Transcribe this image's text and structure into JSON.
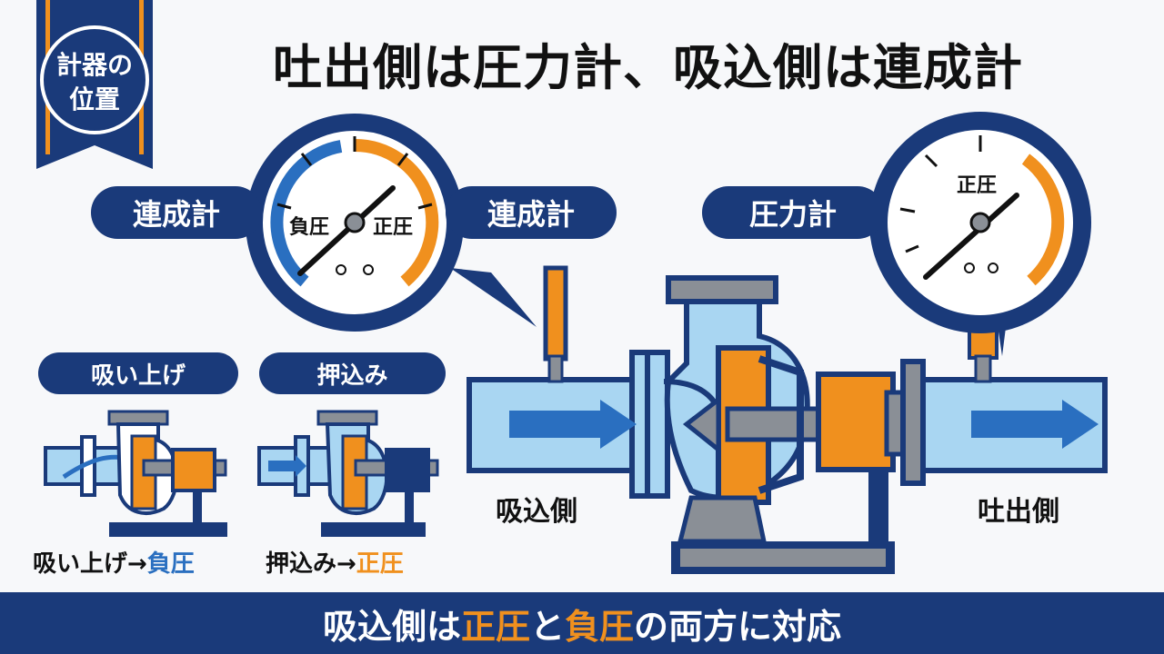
{
  "badge": {
    "line1": "計器の",
    "line2": "位置"
  },
  "title": "吐出側は圧力計、吸込側は連成計",
  "labels": {
    "compound_left": "連成計",
    "compound_right": "連成計",
    "pressure": "圧力計",
    "suction_side": "吸込側",
    "discharge_side": "吐出側"
  },
  "gauge_compound": {
    "negative": "負圧",
    "positive": "正圧"
  },
  "gauge_pressure": {
    "positive": "正圧"
  },
  "small_diagrams": {
    "suction_lift": {
      "pill": "吸い上げ",
      "caption_prefix": "吸い上げ→",
      "caption_value": "負圧"
    },
    "push_in": {
      "pill": "押込み",
      "caption_prefix": "押込み→",
      "caption_value": "正圧"
    }
  },
  "footer": {
    "part1": "吸込側は",
    "positive": "正圧",
    "part2": "と",
    "negative": "負圧",
    "part3": "の両方に対応"
  },
  "colors": {
    "navy": "#1a3a7a",
    "orange": "#f0901e",
    "blue": "#2a6fc0",
    "water": "#a9d6f2"
  }
}
